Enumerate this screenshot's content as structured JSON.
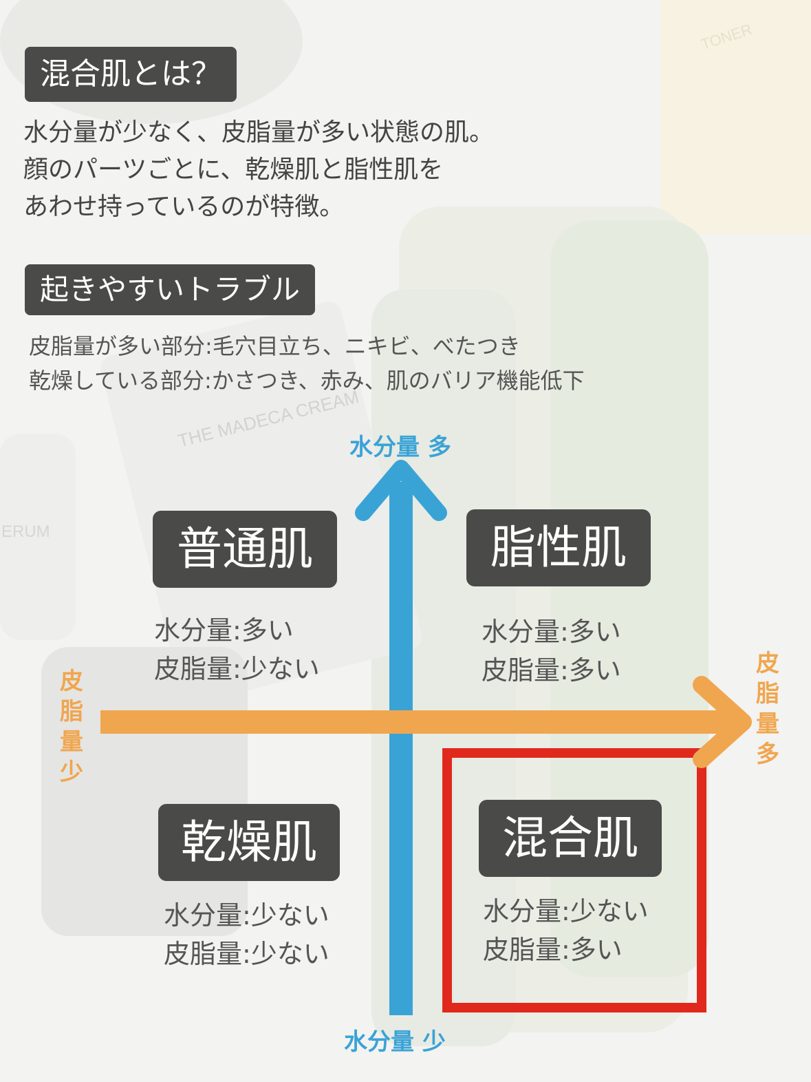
{
  "section1": {
    "heading": "混合肌とは？",
    "highlight": "水分量が少なく、皮脂量が多い",
    "line1_rest": "状態の肌。",
    "line2": "顔のパーツごとに、乾燥肌と脂性肌を",
    "line3": "あわせ持っているのが特徴。"
  },
  "section2": {
    "heading": "起きやすいトラブル",
    "line1": "皮脂量が多い部分:毛穴目立ち、ニキビ、べたつき",
    "line2": "乾燥している部分:かさつき、赤み、肌のバリア機能低下"
  },
  "axes": {
    "vertical_top": "水分量 多",
    "vertical_bottom": "水分量 少",
    "horizontal_left": "皮脂量少",
    "horizontal_right": "皮脂量多",
    "vertical_color": "#3aa3d6",
    "horizontal_color": "#f0a64f",
    "highlight_color": "#e0291c"
  },
  "quadrants": {
    "normal": {
      "title": "普通肌",
      "moisture": "水分量:多い",
      "sebum": "皮脂量:少ない"
    },
    "oily": {
      "title": "脂性肌",
      "moisture": "水分量:多い",
      "sebum": "皮脂量:多い"
    },
    "dry": {
      "title": "乾燥肌",
      "moisture": "水分量:少ない",
      "sebum": "皮脂量:少ない"
    },
    "combination": {
      "title": "混合肌",
      "moisture": "水分量:少ない",
      "sebum": "皮脂量:多い"
    }
  },
  "background_products": [
    "THE MADECA CREAM",
    "TONER",
    "ERUM"
  ]
}
